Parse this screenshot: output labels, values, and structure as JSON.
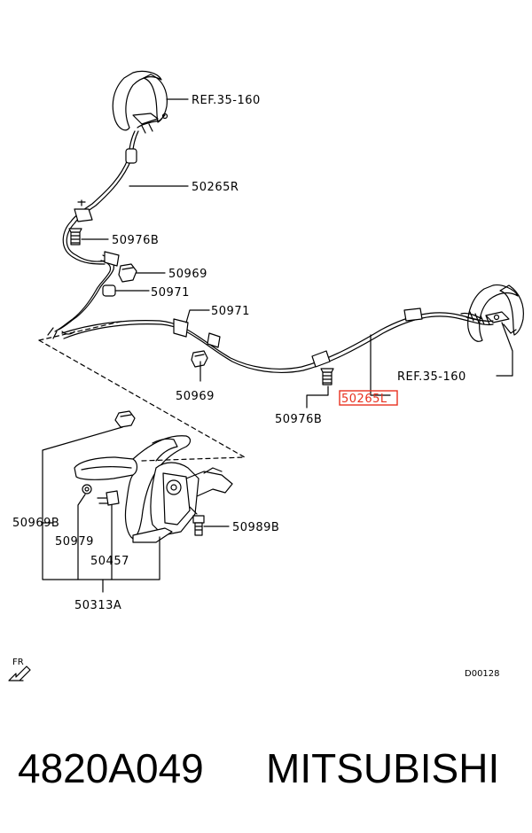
{
  "callouts": {
    "ref_top": "REF.35-160",
    "cable_right_side": "50265R",
    "bolt_upper": "50976B",
    "clip_upper": "50969",
    "clamp_upper": "50971",
    "clamp_middle": "50971",
    "clip_lower": "50969",
    "bolt_lower": "50976B",
    "cable_left_side": "50265L",
    "ref_right": "REF.35-160",
    "nut_lever": "50969B",
    "bolt_bracket": "50989B",
    "switch": "50979",
    "lever_part": "50457",
    "lever_assembly": "50313A"
  },
  "front_marker": "FR",
  "diagram_code": "D00128",
  "part_number": "4820A049",
  "brand": "MITSUBISHI",
  "highlight_color": "#e8301e"
}
